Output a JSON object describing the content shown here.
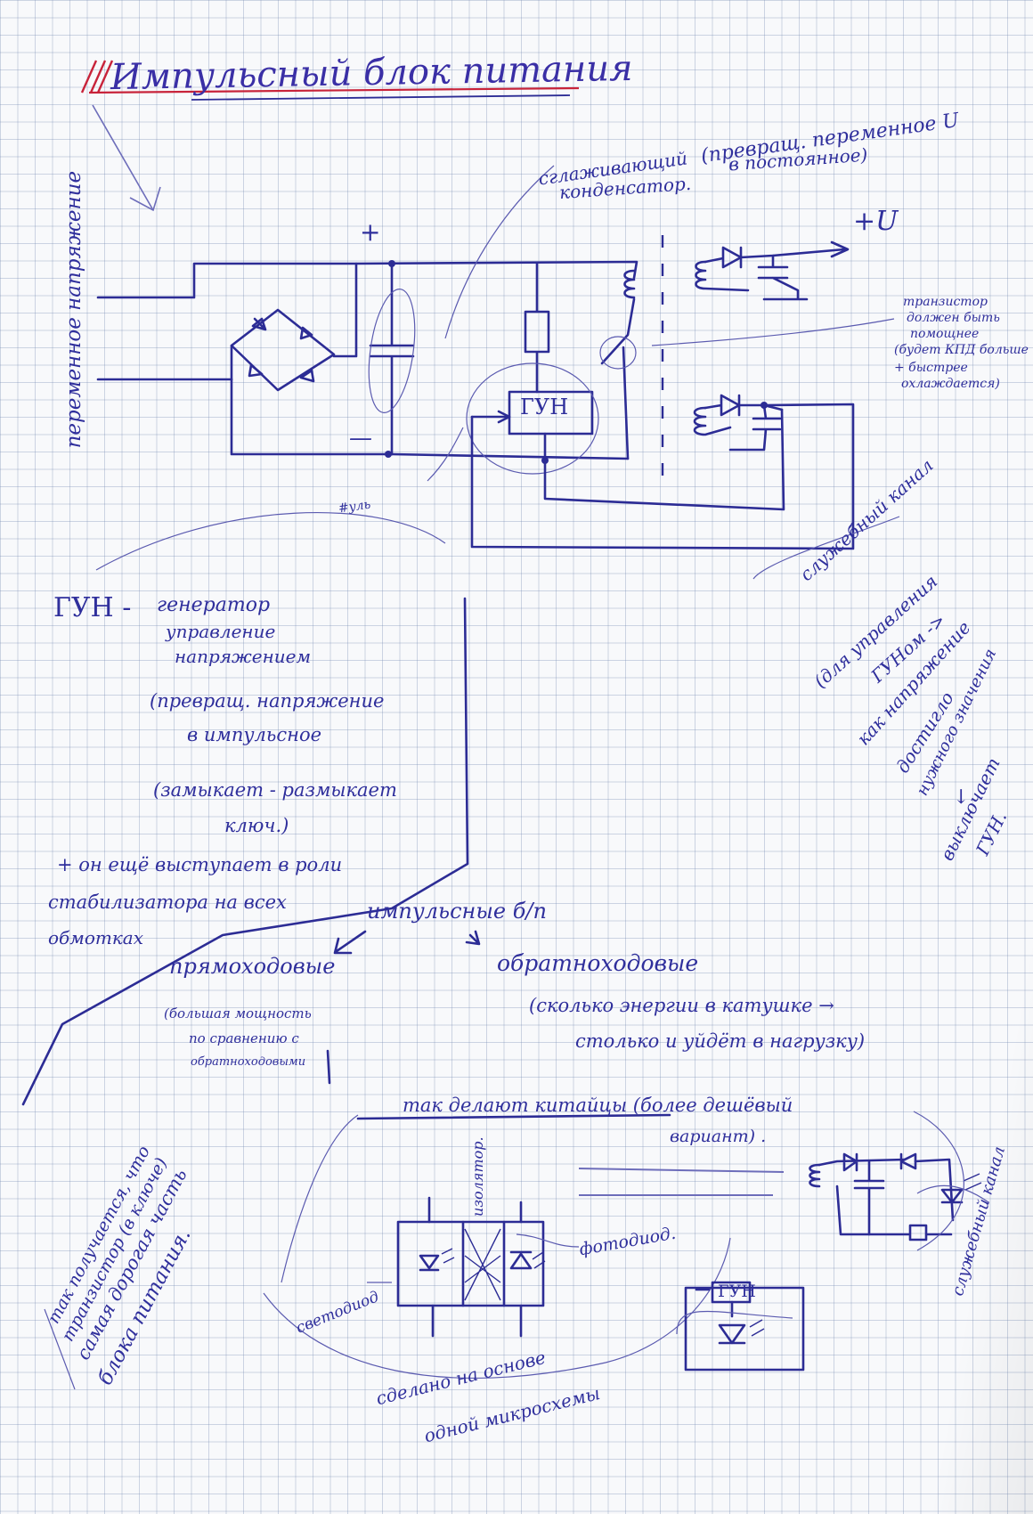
{
  "title": "Импульсный блок питания",
  "schematic": {
    "ac_label": "переменное напряжение",
    "plus": "+",
    "minus": "—",
    "out_plus": "+U",
    "vco_box": "ГУН",
    "ground_mark": "#уль",
    "capacitor_note_1": "сглаживающий",
    "capacitor_note_2": "конденсатор.",
    "capacitor_note_3": "(превращ. переменное U",
    "capacitor_note_4": "в постоянное)",
    "transistor_note": [
      "транзистор",
      "должен быть",
      "помощнее",
      "(будет КПД больше",
      "+ быстрее",
      "охлаждается)"
    ]
  },
  "vco_notes": {
    "line1": "ГУН -",
    "line2": "генератор",
    "line3": "управление",
    "line4": "напряжением",
    "line5": "(превращ. напряжение",
    "line6": "в импульсное",
    "line7": "(замыкает - размыкает",
    "line8": "ключ.)",
    "line9": "+ он ещё выступает в роли",
    "line10": "стабилизатора на всех",
    "line11": "обмотках"
  },
  "service_channel": [
    "служебный канал",
    "(для управления",
    "ГУНом ->",
    "как напряжение",
    "достигло",
    "нужного значения",
    "↓",
    "выключает",
    "ГУН."
  ],
  "types": {
    "heading": "импульсные б/п",
    "forward": "прямоходовые",
    "forward_note": [
      "(большая мощность",
      "по сравнению с",
      "обратноходовыми"
    ],
    "flyback": "обратноходовые",
    "flyback_note_1": "(сколько энергии в катушке →",
    "flyback_note_2": "столько и уйдёт в нагрузку)"
  },
  "bottom": {
    "chinese_note_1": "так делают китайцы (более дешёвый",
    "chinese_note_2": "вариант) .",
    "left_note": [
      "так получается, что",
      "транзистор (в ключе)",
      "самая дорогая часть",
      "блока питания."
    ],
    "isolator": "изолятор.",
    "led": "светодиод",
    "photodiode": "фотодиод.",
    "vco_box": "ГУН",
    "single_chip_1": "сделано на основе",
    "single_chip_2": "одной микросхемы",
    "service_channel_2": "служебный канал"
  }
}
